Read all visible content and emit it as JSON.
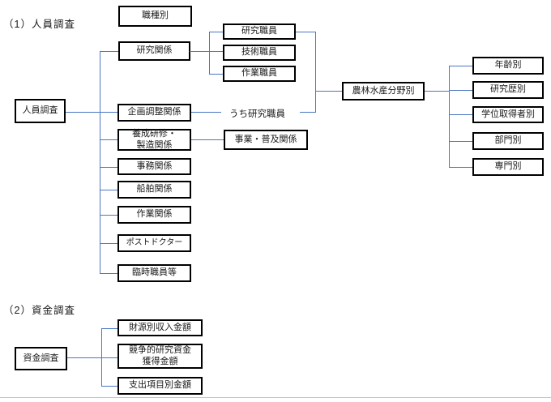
{
  "colors": {
    "connector": "#4a77c4",
    "box_border": "#000000",
    "divider": "#c3c6c3",
    "background": "#ffffff"
  },
  "personnel": {
    "heading": "（1）人員調査",
    "root": "人員調査",
    "job_type": "職種別",
    "research_relation": "研究関係",
    "research_staff": "研究職員",
    "technical_staff": "技術職員",
    "work_staff": "作業職員",
    "planning_coordination": "企画調整関係",
    "of_which_research_staff": "うち研究職員",
    "training_line1": "養成研修・",
    "training_line2": "製造関係",
    "business_extension": "事業・普及関係",
    "administration": "事務関係",
    "ship": "船舶関係",
    "work_relation": "作業関係",
    "postdoc": "ポストドクター",
    "temporary_staff": "臨時職員等",
    "agri_forestry_fisheries_field": "農林水産分野別",
    "by_age": "年齢別",
    "by_research_history": "研究歴別",
    "by_degree": "学位取得者別",
    "by_division": "部門別",
    "by_specialty": "専門別"
  },
  "funding": {
    "heading": "（2）資金調査",
    "root": "資金調査",
    "income_by_source": "財源別収入金額",
    "competitive_line1": "競争的研究資金",
    "competitive_line2": "獲得金額",
    "expenditure_by_item": "支出項目別金額"
  }
}
